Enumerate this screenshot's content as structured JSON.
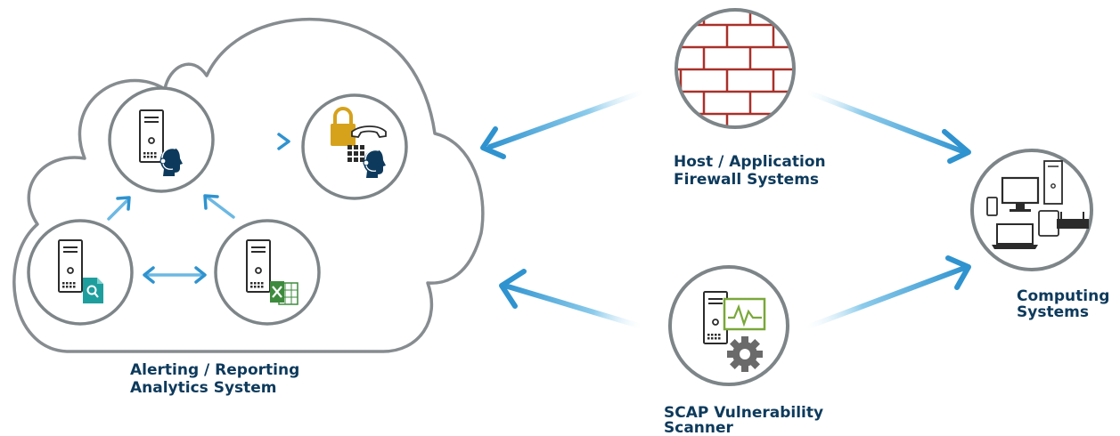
{
  "labels": {
    "alerting_line1": "Alerting / Reporting",
    "alerting_line2": "Analytics System",
    "firewall_line1": "Host / Application",
    "firewall_line2": "Firewall Systems",
    "scap_line1": "SCAP Vulnerability",
    "scap_line2": "Scanner",
    "computing_line1": "Computing",
    "computing_line2": "Systems"
  },
  "colors": {
    "label_text": "#0d3a5c",
    "circle_stroke": "#7d8588",
    "arrow_blue": "#2f93cf",
    "arrow_light": "#8ccbeb",
    "brick": "#a8312a",
    "lock": "#d6a21c",
    "doc_teal": "#1f9e9e",
    "excel_green": "#3e8b3e",
    "monitor_green": "#7aa83a"
  }
}
